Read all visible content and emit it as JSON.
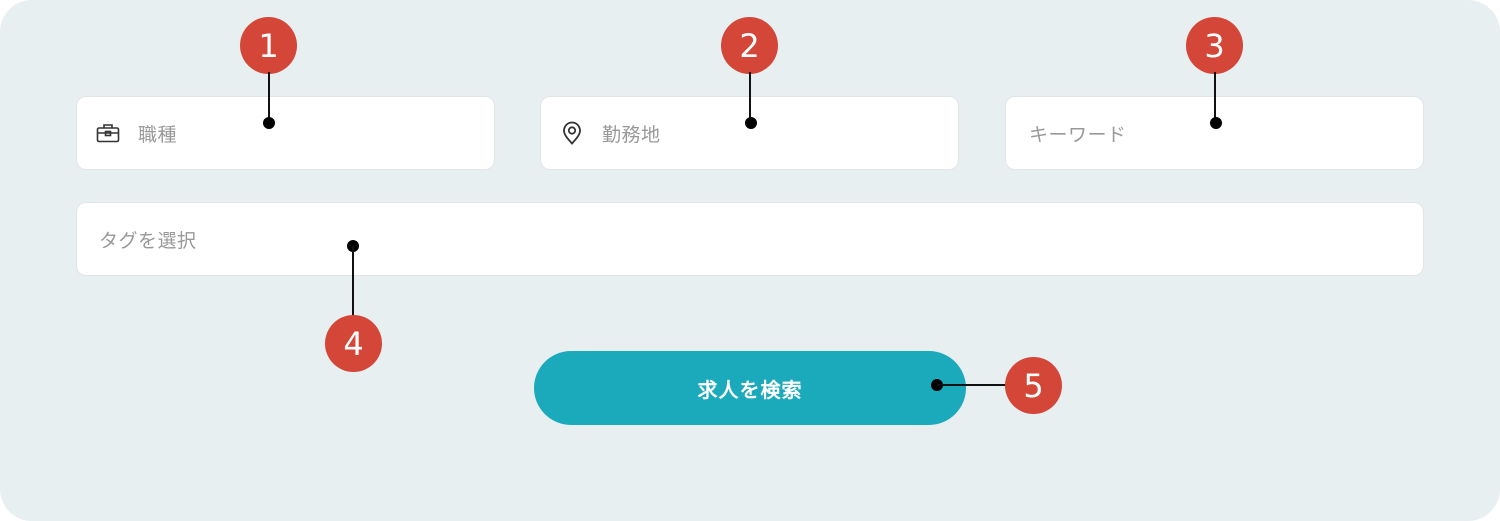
{
  "search_form": {
    "job_type": {
      "placeholder": "職種",
      "icon": "briefcase-icon"
    },
    "location": {
      "placeholder": "勤務地",
      "icon": "map-pin-icon"
    },
    "keyword": {
      "placeholder": "キーワード"
    },
    "tags": {
      "placeholder": "タグを選択"
    },
    "submit_label": "求人を検索"
  },
  "annotations": [
    {
      "number": "1",
      "target": "job_type"
    },
    {
      "number": "2",
      "target": "location"
    },
    {
      "number": "3",
      "target": "keyword"
    },
    {
      "number": "4",
      "target": "tags"
    },
    {
      "number": "5",
      "target": "submit"
    }
  ],
  "colors": {
    "panel_bg": "#e8eff1",
    "button_bg": "#1ba9bc",
    "badge_bg": "#d44637",
    "placeholder": "#999999"
  }
}
